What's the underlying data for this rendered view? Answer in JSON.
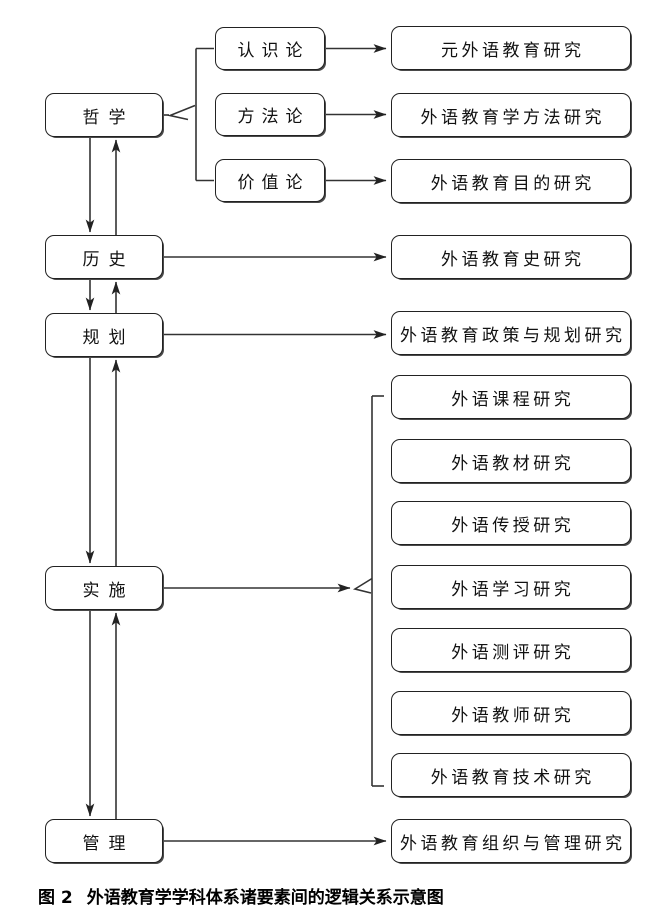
{
  "figure": {
    "caption_label": "图 2",
    "caption_title": "外语教育学学科体系诸要素间的逻辑关系示意图"
  },
  "diagram": {
    "line_color": "#333333",
    "box_border_color": "#222222",
    "background_color": "#ffffff",
    "left_nodes": [
      {
        "id": "philosophy",
        "label": "哲学"
      },
      {
        "id": "history",
        "label": "历史"
      },
      {
        "id": "planning",
        "label": "规划"
      },
      {
        "id": "implementation",
        "label": "实施"
      },
      {
        "id": "management",
        "label": "管理"
      }
    ],
    "philosophy_branches": [
      {
        "id": "epistemology",
        "label": "认识论"
      },
      {
        "id": "methodology",
        "label": "方法论"
      },
      {
        "id": "axiology",
        "label": "价值论"
      }
    ],
    "research_nodes": [
      {
        "id": "meta-research",
        "label": "元外语教育研究"
      },
      {
        "id": "method-research",
        "label": "外语教育学方法研究"
      },
      {
        "id": "aims-research",
        "label": "外语教育目的研究"
      },
      {
        "id": "history-research",
        "label": "外语教育史研究"
      },
      {
        "id": "policy-planning-research",
        "label": "外语教育政策与规划研究"
      },
      {
        "id": "curriculum-research",
        "label": "外语课程研究"
      },
      {
        "id": "materials-research",
        "label": "外语教材研究"
      },
      {
        "id": "instruction-research",
        "label": "外语传授研究"
      },
      {
        "id": "learning-research",
        "label": "外语学习研究"
      },
      {
        "id": "assessment-research",
        "label": "外语测评研究"
      },
      {
        "id": "teacher-research",
        "label": "外语教师研究"
      },
      {
        "id": "edtech-research",
        "label": "外语教育技术研究"
      },
      {
        "id": "organization-management-research",
        "label": "外语教育组织与管理研究"
      }
    ],
    "edges": [
      {
        "from": "philosophy",
        "to": [
          "history"
        ],
        "type": "bidirectional"
      },
      {
        "from": "history",
        "to": [
          "planning"
        ],
        "type": "bidirectional"
      },
      {
        "from": "planning",
        "to": [
          "implementation"
        ],
        "type": "bidirectional"
      },
      {
        "from": "implementation",
        "to": [
          "management"
        ],
        "type": "bidirectional"
      },
      {
        "from": "philosophy",
        "to": [
          "epistemology",
          "methodology",
          "axiology"
        ],
        "type": "branch"
      },
      {
        "from": "epistemology",
        "to": [
          "meta-research"
        ],
        "type": "arrow"
      },
      {
        "from": "methodology",
        "to": [
          "method-research"
        ],
        "type": "arrow"
      },
      {
        "from": "axiology",
        "to": [
          "aims-research"
        ],
        "type": "arrow"
      },
      {
        "from": "history",
        "to": [
          "history-research"
        ],
        "type": "arrow"
      },
      {
        "from": "planning",
        "to": [
          "policy-planning-research"
        ],
        "type": "arrow"
      },
      {
        "from": "implementation",
        "to": [
          "curriculum-research",
          "materials-research",
          "instruction-research",
          "learning-research",
          "assessment-research",
          "teacher-research",
          "edtech-research"
        ],
        "type": "arrow-branch"
      },
      {
        "from": "management",
        "to": [
          "organization-management-research"
        ],
        "type": "arrow"
      }
    ]
  }
}
